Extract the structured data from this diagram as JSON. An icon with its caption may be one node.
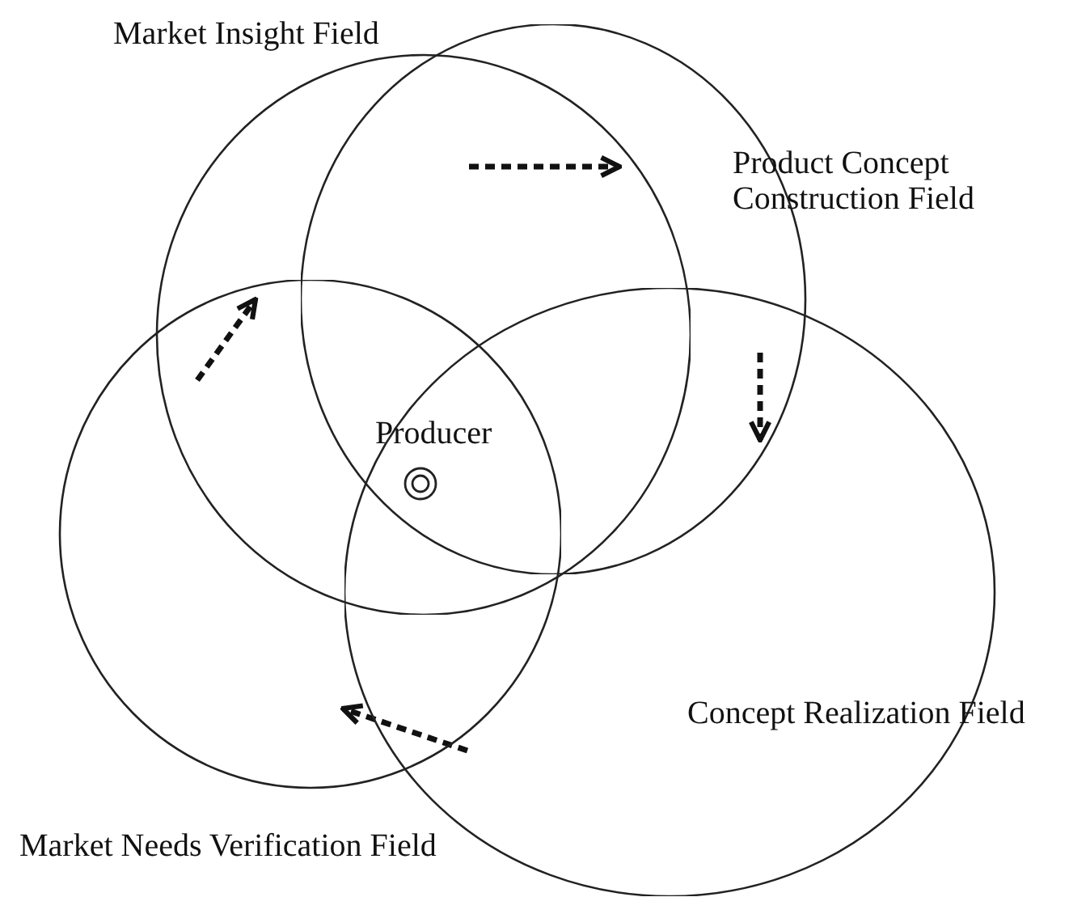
{
  "diagram": {
    "nodes": [
      {
        "text": [
          "Market Insight Field"
        ]
      },
      {
        "text": [
          "Product Concept Construction Field"
        ]
      },
      {
        "text": [
          "Concept Realization Field"
        ]
      },
      {
        "text": [
          "Market Needs Verification Field"
        ]
      },
      {
        "text": [
          "Producer"
        ]
      }
    ],
    "edges": [
      {
        "from": 0,
        "to": 1,
        "arrow": "to",
        "style": "dashed"
      },
      {
        "from": 1,
        "to": 2,
        "arrow": "to",
        "style": "dashed"
      },
      {
        "from": 2,
        "to": 3,
        "arrow": "to",
        "style": "dashed"
      },
      {
        "from": 3,
        "to": 0,
        "arrow": "to",
        "style": "dashed"
      }
    ]
  }
}
